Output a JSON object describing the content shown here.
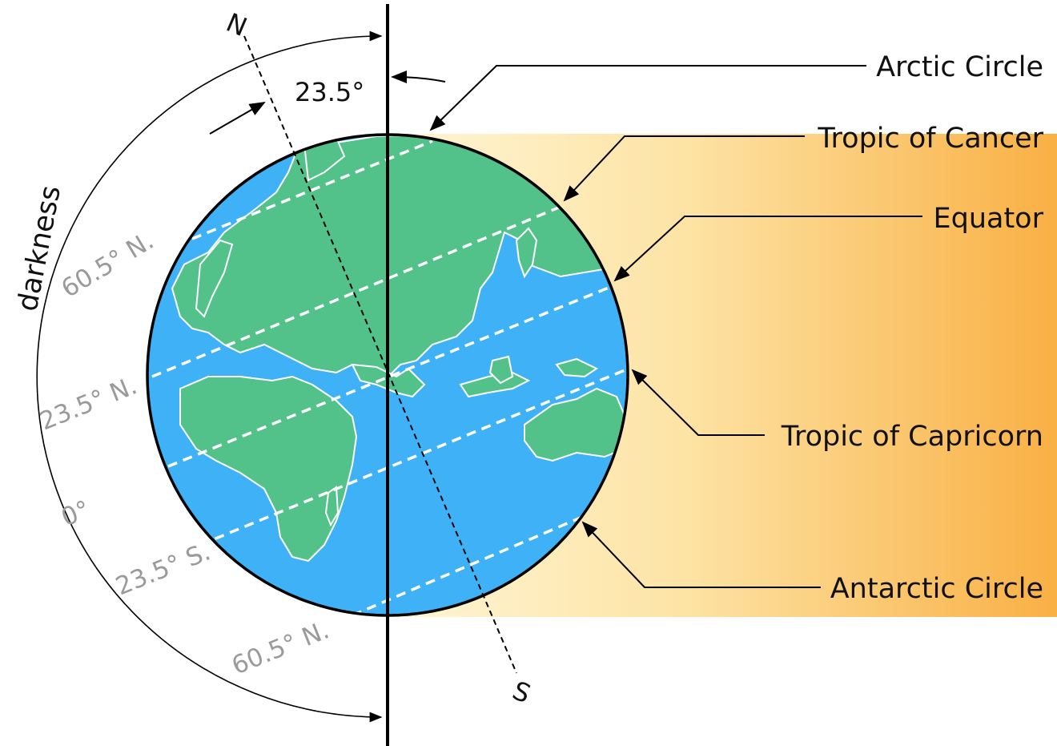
{
  "labels": {
    "arctic_circle": "Arctic Circle",
    "tropic_of_cancer": "Tropic of Cancer",
    "equator": "Equator",
    "tropic_of_capricorn": "Tropic of Capricorn",
    "antarctic_circle": "Antarctic Circle"
  },
  "poles": {
    "north": "N",
    "south": "S"
  },
  "tilt_label": "23.5°",
  "darkness_label": "darkness",
  "latitudes": {
    "lat_60_5_n_top": "60.5° N.",
    "lat_23_5_n": "23.5° N.",
    "lat_0": "0°",
    "lat_23_5_s": "23.5° S.",
    "lat_60_5_n_bottom": "60.5° N."
  },
  "colors": {
    "ocean": "#3fb2f7",
    "land": "#52c28a",
    "sunlight_start": "#fff4cf",
    "sunlight_end": "#f9b044",
    "latitude_text": "#9a9a9a",
    "line": "#000000"
  }
}
